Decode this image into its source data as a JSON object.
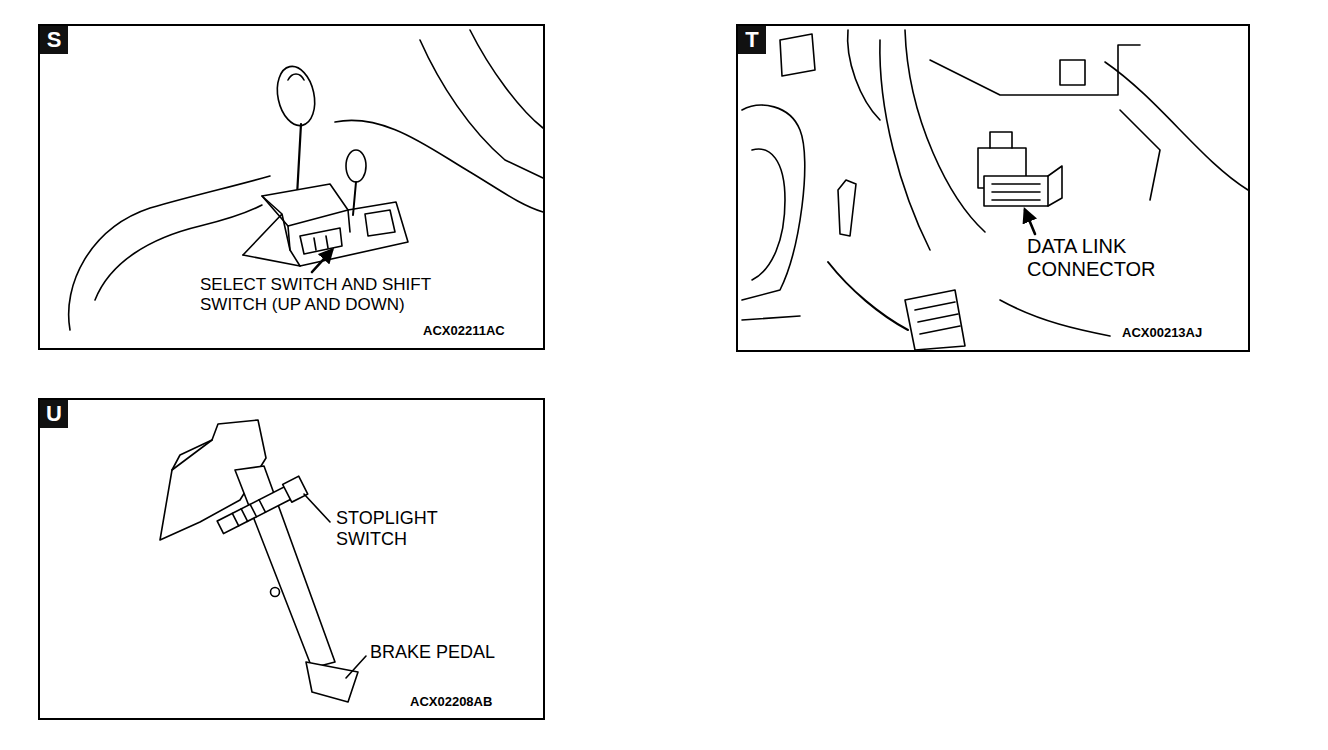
{
  "diagram": {
    "nodes": [
      {
        "text": [
          "SELECT SWITCH AND SHIFT SWITCH (UP AND DOWN)",
          "ACX02211AC"
        ]
      },
      {
        "text": [
          "S"
        ],
        "in": 0
      },
      {
        "text": [
          "DATA LINK CONNECTOR",
          "ACX00213AJ"
        ]
      },
      {
        "text": [
          "T"
        ],
        "in": 2
      },
      {
        "text": [
          "STOPLIGHT SWITCH",
          "BRAKE PEDAL",
          "ACX02208AB"
        ]
      },
      {
        "text": [
          "U"
        ],
        "in": 4
      }
    ]
  }
}
